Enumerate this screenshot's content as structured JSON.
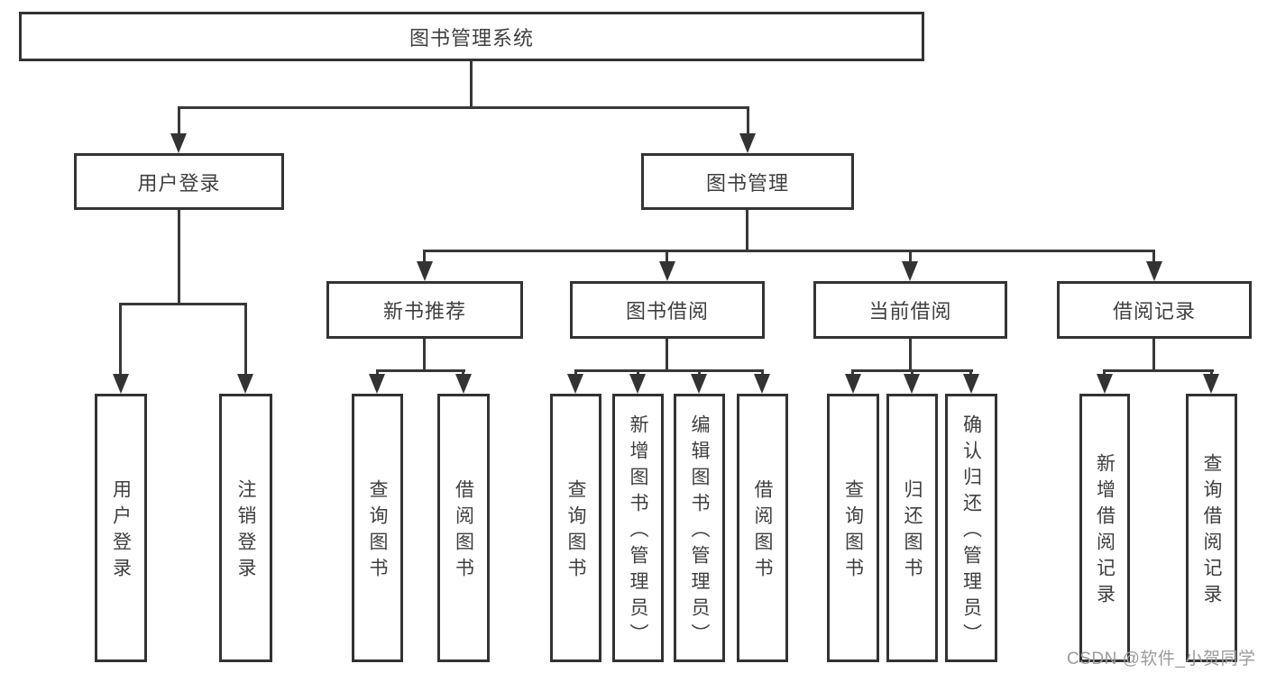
{
  "tree": {
    "label": "图书管理系统",
    "children": [
      {
        "label": "用户登录",
        "children": [
          {
            "label": "用户登录"
          },
          {
            "label": "注销登录"
          }
        ]
      },
      {
        "label": "图书管理",
        "children": [
          {
            "label": "新书推荐",
            "children": [
              {
                "label": "查询图书"
              },
              {
                "label": "借阅图书"
              }
            ]
          },
          {
            "label": "图书借阅",
            "children": [
              {
                "label": "查询图书"
              },
              {
                "label": "新增图书（管理员）"
              },
              {
                "label": "编辑图书（管理员）"
              },
              {
                "label": "借阅图书"
              }
            ]
          },
          {
            "label": "当前借阅",
            "children": [
              {
                "label": "查询图书"
              },
              {
                "label": "归还图书"
              },
              {
                "label": "确认归还（管理员）"
              }
            ]
          },
          {
            "label": "借阅记录",
            "children": [
              {
                "label": "新增借阅记录"
              },
              {
                "label": "查询借阅记录"
              }
            ]
          }
        ]
      }
    ]
  },
  "watermark": {
    "text": "CSDN @软件_小贺同学"
  },
  "colors": {
    "line": "#383838",
    "border": "#333333",
    "text": "#3f3f3f",
    "watermark": "#9b9b9b",
    "background": "#ffffff"
  }
}
